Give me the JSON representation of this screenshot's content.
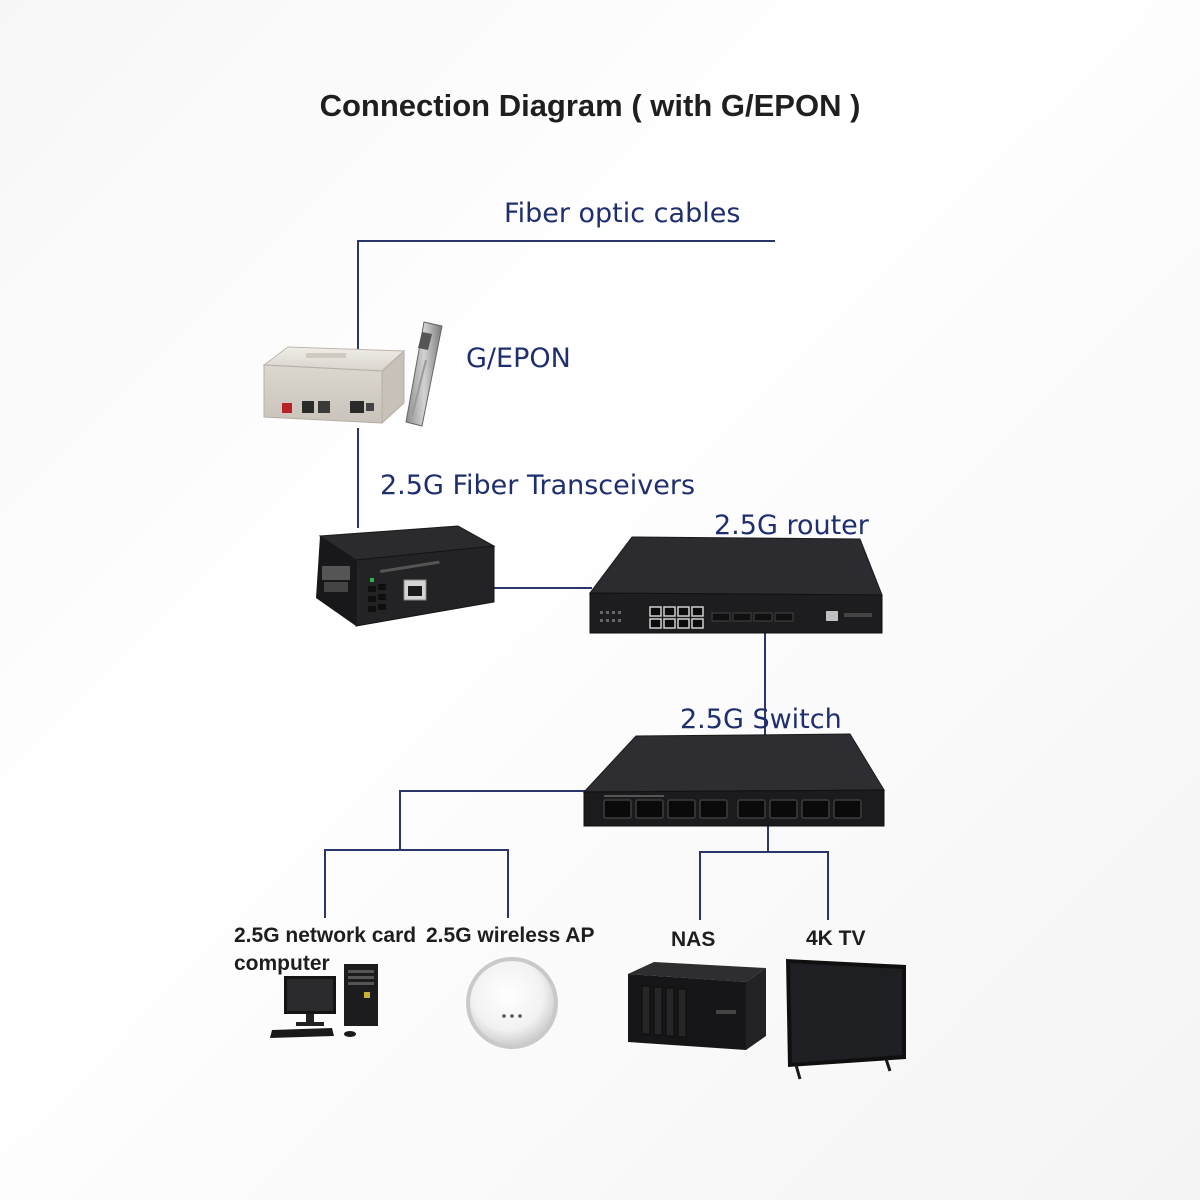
{
  "title": "Connection Diagram ( with G/EPON )",
  "labels": {
    "fiber_cables": "Fiber optic cables",
    "gepon": "G/EPON",
    "transceivers": "2.5G Fiber Transceivers",
    "router": "2.5G router",
    "switch": "2.5G Switch",
    "network_card_line1": "2.5G network card",
    "network_card_line2": "computer",
    "wireless_ap": "2.5G wireless AP",
    "nas": "NAS",
    "tv": "4K TV"
  },
  "colors": {
    "line": "#2a356e",
    "label_navy": "#1f2f6e",
    "device_dark": "#1c1c1e",
    "onu_body": "#e4e0da"
  },
  "icons": {
    "onu": "onu-device-icon",
    "sfp": "sfp-module-icon",
    "transceiver": "media-converter-icon",
    "router": "rack-router-icon",
    "switch": "desktop-switch-icon",
    "computer": "desktop-computer-icon",
    "access_point": "ceiling-access-point-icon",
    "nas": "nas-storage-icon",
    "tv": "television-icon"
  }
}
